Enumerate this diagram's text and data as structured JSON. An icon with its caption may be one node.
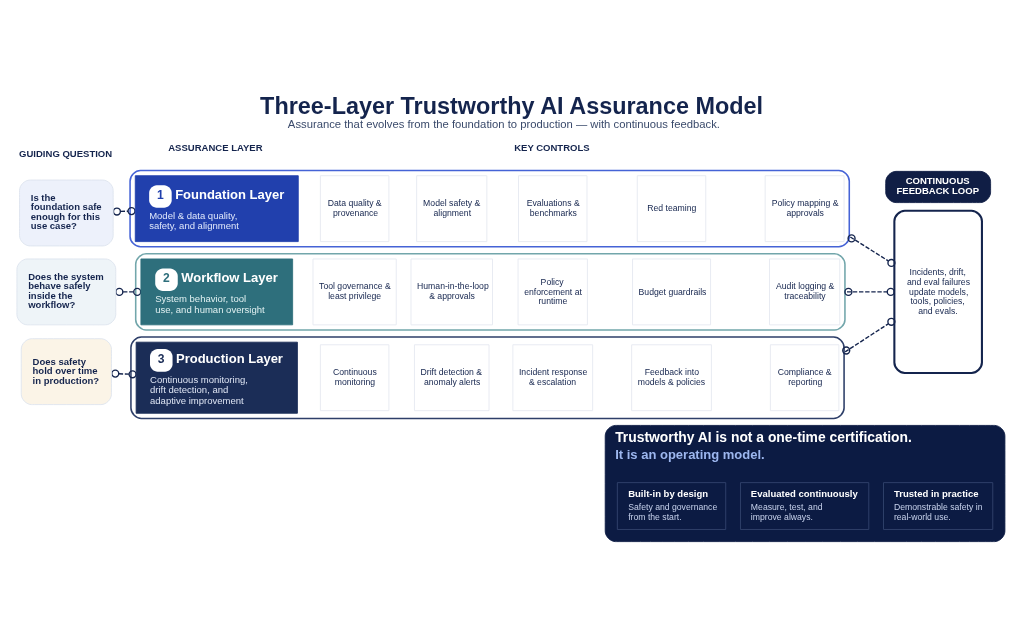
{
  "diagram": {
    "title": "Three-Layer Trustworthy AI Assurance Model",
    "caption": "Assurance that evolves from the foundation to production — with continuous feedback.",
    "nodes": [
      {
        "text": [
          "Is the foundation safe enough for this use case?"
        ]
      },
      {
        "text": [],
        "shape": "box"
      },
      {
        "text": [
          "1",
          "Foundation Layer",
          "Model & data quality, safety, and alignment"
        ],
        "in": 1
      },
      {
        "text": [
          "Data quality & provenance"
        ],
        "in": 1
      },
      {
        "text": [
          "Model safety & alignment"
        ],
        "in": 1
      },
      {
        "text": [
          "Evaluations & benchmarks"
        ],
        "in": 1
      },
      {
        "text": [
          "Red teaming"
        ],
        "in": 1
      },
      {
        "text": [
          "Policy mapping & approvals"
        ],
        "in": 1
      },
      {
        "text": [
          "Does the system behave safely inside the workflow?"
        ]
      },
      {
        "text": [],
        "shape": "box"
      },
      {
        "text": [
          "2",
          "Workflow Layer",
          "System behavior, tool use, and human oversight"
        ],
        "in": 9
      },
      {
        "text": [
          "Tool governance & least privilege"
        ],
        "in": 9
      },
      {
        "text": [
          "Human-in-the-loop & approvals"
        ],
        "in": 9
      },
      {
        "text": [
          "Policy enforcement at runtime"
        ],
        "in": 9
      },
      {
        "text": [
          "Budget guardrails"
        ],
        "in": 9
      },
      {
        "text": [
          "Audit logging & traceability"
        ],
        "in": 9
      },
      {
        "text": [
          "Does safety hold over time in production?"
        ]
      },
      {
        "text": [],
        "shape": "box"
      },
      {
        "text": [
          "3",
          "Production Layer",
          "Continuous monitoring, drift detection, and adaptive improvement"
        ],
        "in": 17
      },
      {
        "text": [
          "Continuous monitoring"
        ],
        "in": 17
      },
      {
        "text": [
          "Drift detection & anomaly alerts"
        ],
        "in": 17
      },
      {
        "text": [
          "Incident response & escalation"
        ],
        "in": 17
      },
      {
        "text": [
          "Feedback into models & policies"
        ],
        "in": 17
      },
      {
        "text": [
          "Compliance & reporting"
        ],
        "in": 17
      },
      {
        "text": [
          "CONTINUOUS FEEDBACK LOOP"
        ]
      },
      {
        "text": [
          "Incidents, drift, and eval failures update models, tools, policies, and evals."
        ]
      },
      {
        "text": [
          "Trustworthy AI is not a one-time certification.",
          "It is an operating model."
        ]
      },
      {
        "text": [
          "Built-in by design",
          "Safety and governance from the start."
        ],
        "in": 26
      },
      {
        "text": [
          "Evaluated continuously",
          "Measure, test, and improve always."
        ],
        "in": 26
      },
      {
        "text": [
          "Trusted in practice",
          "Demonstrable safety in real-world use."
        ],
        "in": 26
      }
    ],
    "edges": [
      {
        "from": 0,
        "to": 2,
        "arrow": "other",
        "style": "dashed"
      },
      {
        "from": 8,
        "to": 10,
        "arrow": "other",
        "style": "dashed"
      },
      {
        "from": 16,
        "to": 18,
        "arrow": "other",
        "style": "dashed"
      },
      {
        "from": 1,
        "to": 25,
        "arrow": "other",
        "style": "dashed"
      },
      {
        "from": 9,
        "to": 25,
        "arrow": "other",
        "style": "dashed"
      },
      {
        "from": 17,
        "to": 25,
        "arrow": "other",
        "style": "dashed"
      }
    ],
    "labels": [
      "GUIDING QUESTION",
      "ASSURANCE LAYER",
      "KEY CONTROLS"
    ]
  }
}
